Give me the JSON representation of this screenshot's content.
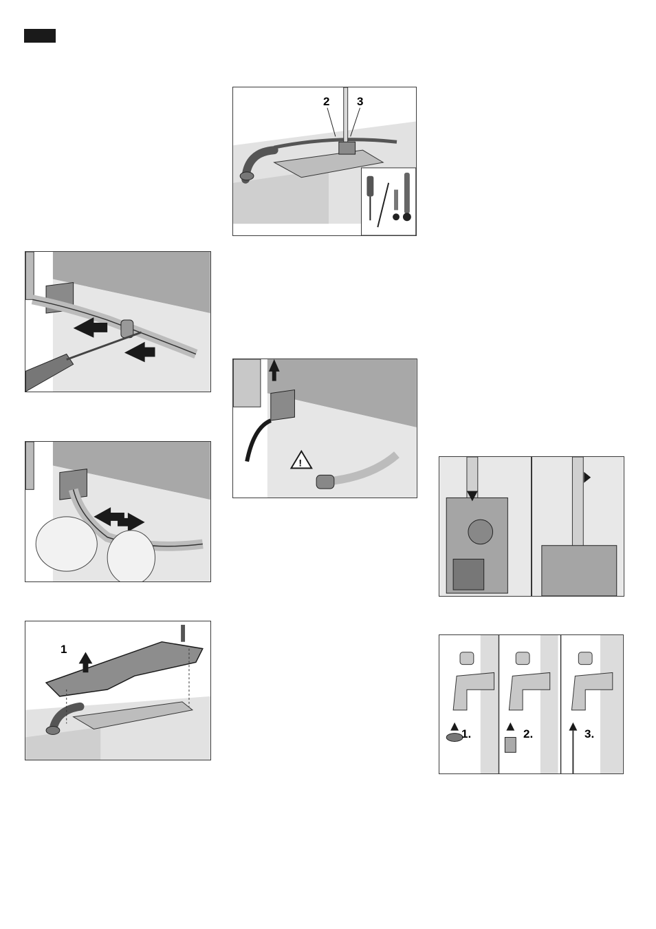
{
  "figure_top": {
    "callouts": [
      "2",
      "3"
    ]
  },
  "figure_cover": {
    "callouts": [
      "1"
    ]
  },
  "figure_tap": {
    "steps": [
      "1.",
      "2.",
      "3."
    ]
  },
  "colors": {
    "ink": "#1a1a1a",
    "panel": "#e6e6e6",
    "panel_dark": "#9a9a9a"
  }
}
